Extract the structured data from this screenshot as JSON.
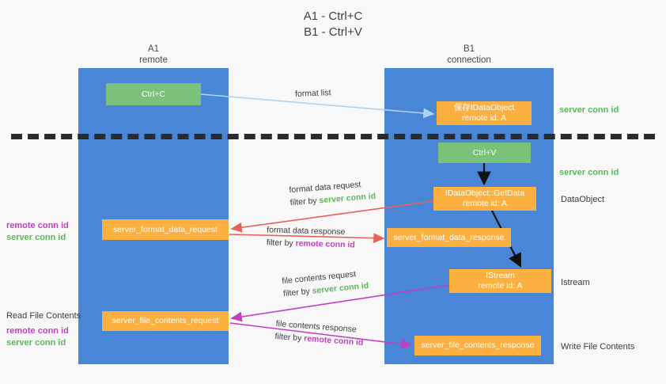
{
  "title": {
    "line1": "A1 - Ctrl+C",
    "line2": "B1 - Ctrl+V"
  },
  "lanes": [
    {
      "name": "A1",
      "subtitle": "remote",
      "color": "#4a86d8"
    },
    {
      "name": "B1",
      "subtitle": "connection",
      "color": "#4a86d8"
    }
  ],
  "boxes": {
    "ctrl_c": {
      "line1": "Ctrl+C",
      "color": "#7ac27a"
    },
    "save_idataobject": {
      "line1": "保存IDataObject",
      "line2": "remote id: A",
      "color": "#fcb040"
    },
    "ctrl_v": {
      "line1": "Ctrl+V",
      "color": "#7ac27a"
    },
    "getdata": {
      "line1": "IDataObject::GetData",
      "line2": "remote id: A",
      "color": "#fcb040"
    },
    "server_format_data_request": {
      "line1": "server_format_data_request",
      "color": "#fcb040"
    },
    "server_format_data_response": {
      "line1": "server_format_data_response",
      "color": "#fcb040"
    },
    "istream": {
      "line1": "IStream",
      "line2": "remote id: A",
      "color": "#fcb040"
    },
    "server_file_contents_request": {
      "line1": "server_file_contents_request",
      "color": "#fcb040"
    },
    "server_file_contents_response": {
      "line1": "server_file_contents_response",
      "color": "#fcb040"
    }
  },
  "edge_labels": {
    "format_list": {
      "line1": "format list"
    },
    "format_data_request": {
      "line1": "format data request",
      "filter_prefix": "filter by ",
      "filter_value": "server conn id"
    },
    "format_data_response": {
      "line1": "format data response",
      "filter_prefix": "filter by ",
      "filter_value": "remote conn id"
    },
    "file_contents_request": {
      "line1": "file contents request",
      "filter_prefix": "filter by ",
      "filter_value": "server conn id"
    },
    "file_contents_response": {
      "line1": "file contents response",
      "filter_prefix": "filter by ",
      "filter_value": "remote conn id"
    }
  },
  "right_labels": {
    "server_conn_id_top": "server conn id",
    "server_conn_id_mid": "server conn id",
    "dataobject": "DataObject",
    "istream": "Istream",
    "write_file_contents": "Write File Contents"
  },
  "left_labels": {
    "remote_conn_id_1": "remote conn id",
    "server_conn_id_1": "server conn id",
    "read_file_contents": "Read File Contents",
    "remote_conn_id_2": "remote conn id",
    "server_conn_id_2": "server conn id"
  },
  "colors": {
    "lane": "#4a86d8",
    "green_box": "#7ac27a",
    "orange_box": "#fcb040",
    "green_text": "#5bb75b",
    "purple_text": "#c13fc1",
    "arrow_light_blue": "#aed3f0",
    "arrow_red": "#e8605a",
    "arrow_magenta": "#c13fc1",
    "arrow_black": "#111111",
    "background": "#f8f8f8"
  }
}
